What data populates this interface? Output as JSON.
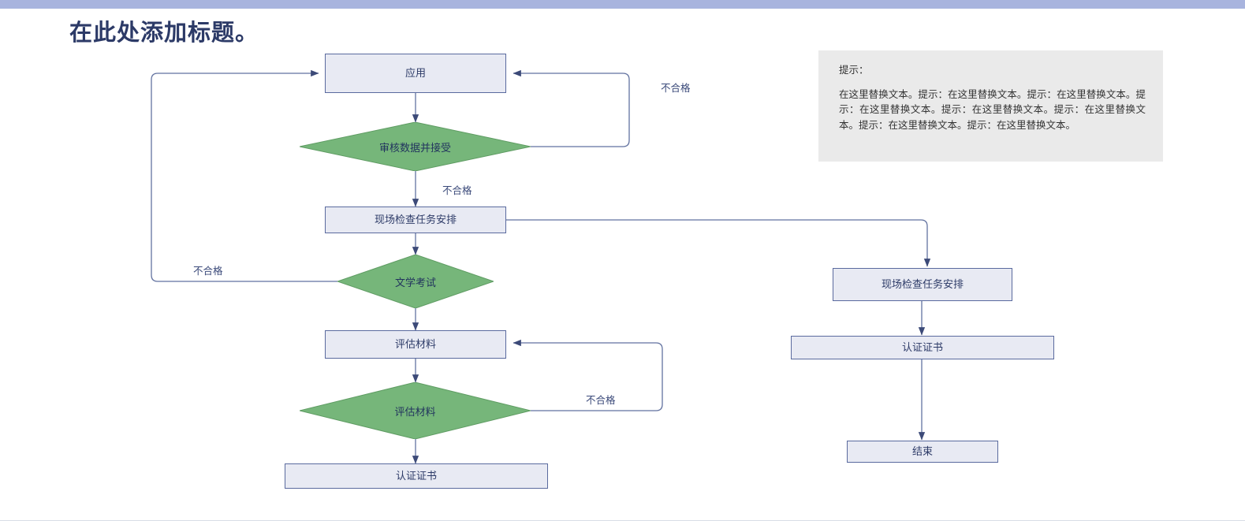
{
  "document": {
    "title": "在此处添加标题。",
    "accent_bar_color": "#a8b4de",
    "title_color": "#2c3a67"
  },
  "theme": {
    "box_fill": "#e8eaf3",
    "box_border": "#5a6a9e",
    "diamond_fill": "#76b67a",
    "diamond_border": "#5f9c63",
    "connector_color": "#5a6a9e",
    "note_fill": "#eaeaea",
    "text_color": "#2c3a67"
  },
  "note": {
    "heading": "提示：",
    "body": "在这里替换文本。提示：在这里替换文本。提示：在这里替换文本。提示：在这里替换文本。提示：在这里替换文本。提示：在这里替换文本。提示：在这里替换文本。提示：在这里替换文本。"
  },
  "flowchart": {
    "type": "flowchart",
    "nodes": [
      {
        "id": "n1",
        "label": "应用",
        "shape": "process",
        "column": "left"
      },
      {
        "id": "n2",
        "label": "审核数据并接受",
        "shape": "decision",
        "column": "left"
      },
      {
        "id": "n3",
        "label": "现场检查任务安排",
        "shape": "process",
        "column": "left"
      },
      {
        "id": "n4",
        "label": "文学考试",
        "shape": "decision",
        "column": "left"
      },
      {
        "id": "n5",
        "label": "评估材料",
        "shape": "process",
        "column": "left"
      },
      {
        "id": "n6",
        "label": "评估材料",
        "shape": "decision",
        "column": "left"
      },
      {
        "id": "n7",
        "label": "认证证书",
        "shape": "process",
        "column": "left"
      },
      {
        "id": "n8",
        "label": "现场检查任务安排",
        "shape": "process",
        "column": "right"
      },
      {
        "id": "n9",
        "label": "认证证书",
        "shape": "process",
        "column": "right"
      },
      {
        "id": "n10",
        "label": "结束",
        "shape": "process",
        "column": "right"
      }
    ],
    "edge_labels": [
      {
        "id": "e1",
        "text": "不合格",
        "from": "n2",
        "to": "n1"
      },
      {
        "id": "e2",
        "text": "不合格",
        "from": "n2",
        "to": "n3"
      },
      {
        "id": "e3",
        "text": "不合格",
        "from": "n4",
        "to": "n1"
      },
      {
        "id": "e4",
        "text": "不合格",
        "from": "n6",
        "to": "n5"
      }
    ]
  }
}
